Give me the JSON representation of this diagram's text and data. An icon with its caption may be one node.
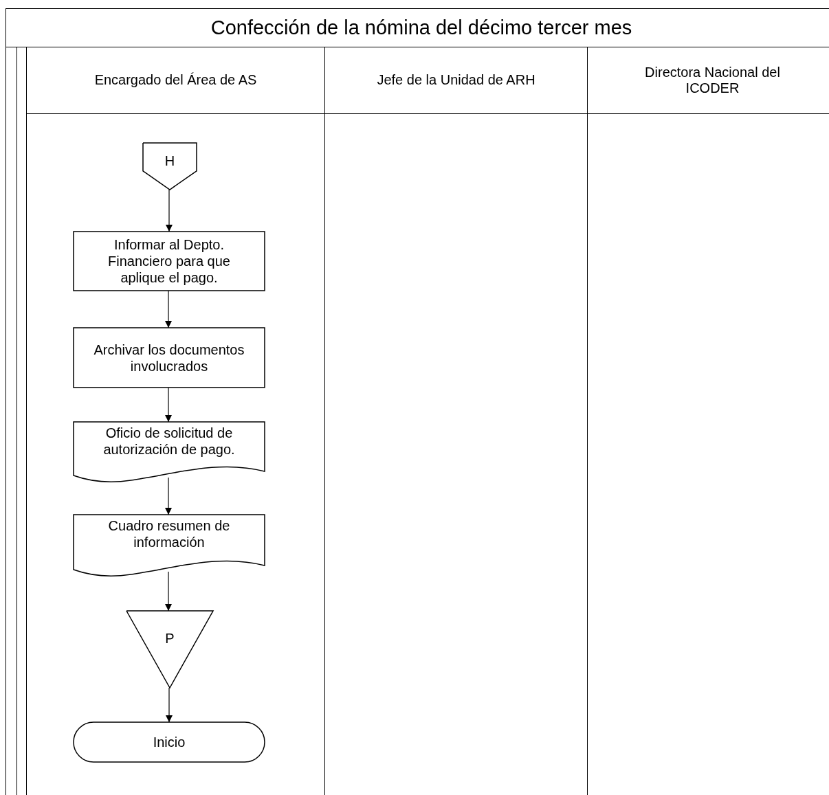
{
  "diagram": {
    "title": "Confección de la nómina del décimo tercer mes",
    "nodes": [
      {
        "text": [
          "Encargado del Área de AS"
        ]
      },
      {
        "text": [
          "Jefe de la Unidad de ARH"
        ]
      },
      {
        "text": [
          "Directora Nacional del ICODER"
        ]
      },
      {
        "text": [
          "H"
        ],
        "in": 0
      },
      {
        "text": [
          "Informar al Depto. Financiero para que aplique el pago."
        ],
        "in": 0
      },
      {
        "text": [
          "Archivar los documentos involucrados"
        ],
        "in": 0
      },
      {
        "text": [
          "Oficio de solicitud de autorización de pago."
        ],
        "in": 0
      },
      {
        "text": [
          "Cuadro resumen de información"
        ],
        "in": 0
      },
      {
        "text": [
          "P"
        ],
        "in": 0
      },
      {
        "text": [
          "Inicio"
        ],
        "in": 0
      }
    ],
    "edges": [
      {
        "from": 3,
        "to": 4,
        "arrow": "to"
      },
      {
        "from": 4,
        "to": 5,
        "arrow": "to"
      },
      {
        "from": 5,
        "to": 6,
        "arrow": "to"
      },
      {
        "from": 6,
        "to": 7,
        "arrow": "to"
      },
      {
        "from": 7,
        "to": 8,
        "arrow": "to"
      },
      {
        "from": 8,
        "to": 9,
        "arrow": "to"
      }
    ]
  }
}
